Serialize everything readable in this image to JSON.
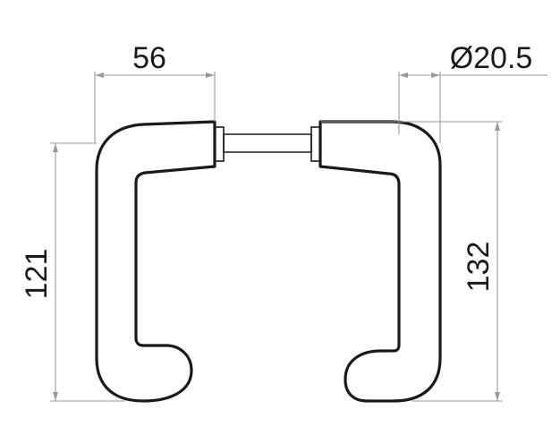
{
  "dimensions": {
    "width_top": "56",
    "diameter": "Ø20.5",
    "height_left": "121",
    "height_right": "132"
  }
}
